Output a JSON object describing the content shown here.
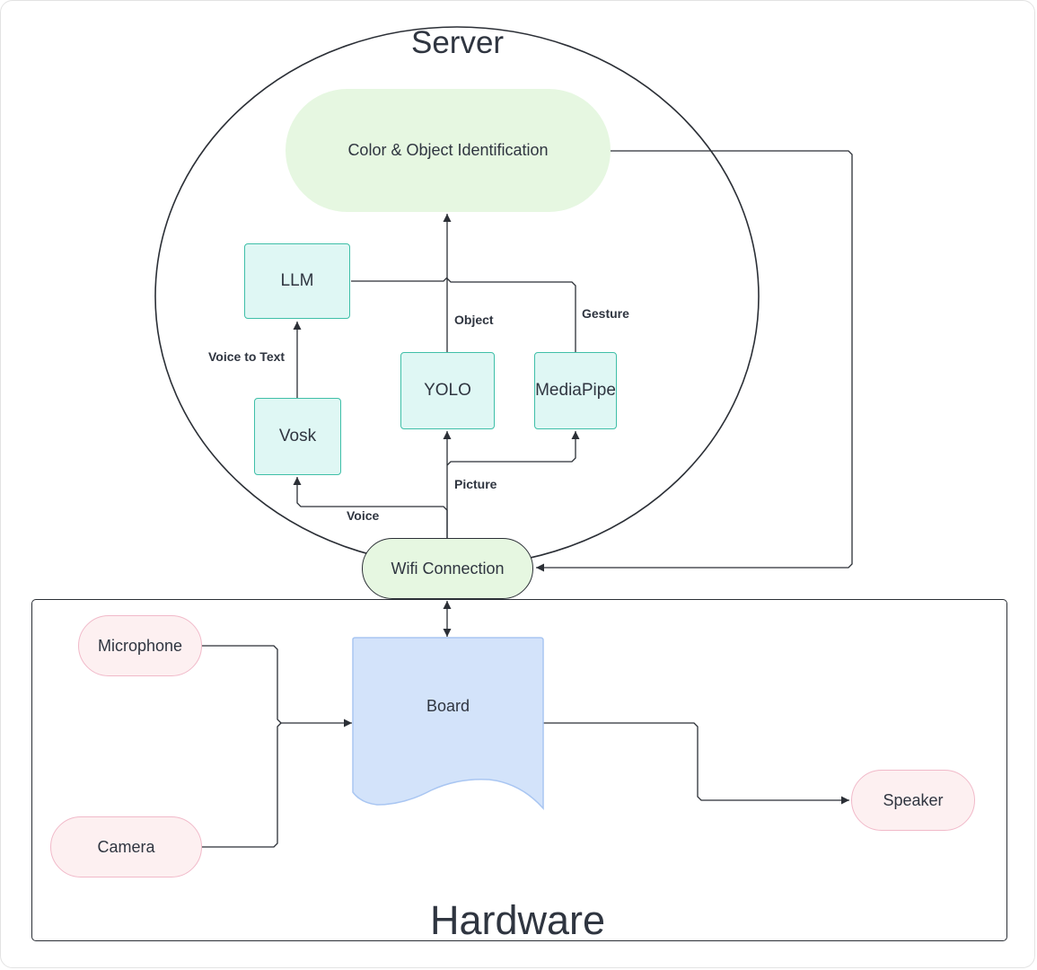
{
  "diagram": {
    "server_title": "Server",
    "hardware_title": "Hardware",
    "nodes": {
      "color_object": "Color & Object Identification",
      "llm": "LLM",
      "vosk": "Vosk",
      "yolo": "YOLO",
      "mediapipe": "MediaPipe",
      "wifi": "Wifi Connection",
      "board": "Board",
      "microphone": "Microphone",
      "camera": "Camera",
      "speaker": "Speaker"
    },
    "edge_labels": {
      "voice_to_text": "Voice to Text",
      "object": "Object",
      "gesture": "Gesture",
      "picture": "Picture",
      "voice": "Voice"
    },
    "colors": {
      "line": "#2b2f36",
      "teal_fill": "#dff7f4",
      "teal_border": "#3fbfa8",
      "green_fill": "#e6f7e1",
      "pink_fill": "#fdf0f1",
      "pink_border": "#f1b9c9",
      "board_fill": "#d3e3fa",
      "board_border": "#a9c6f2"
    }
  }
}
